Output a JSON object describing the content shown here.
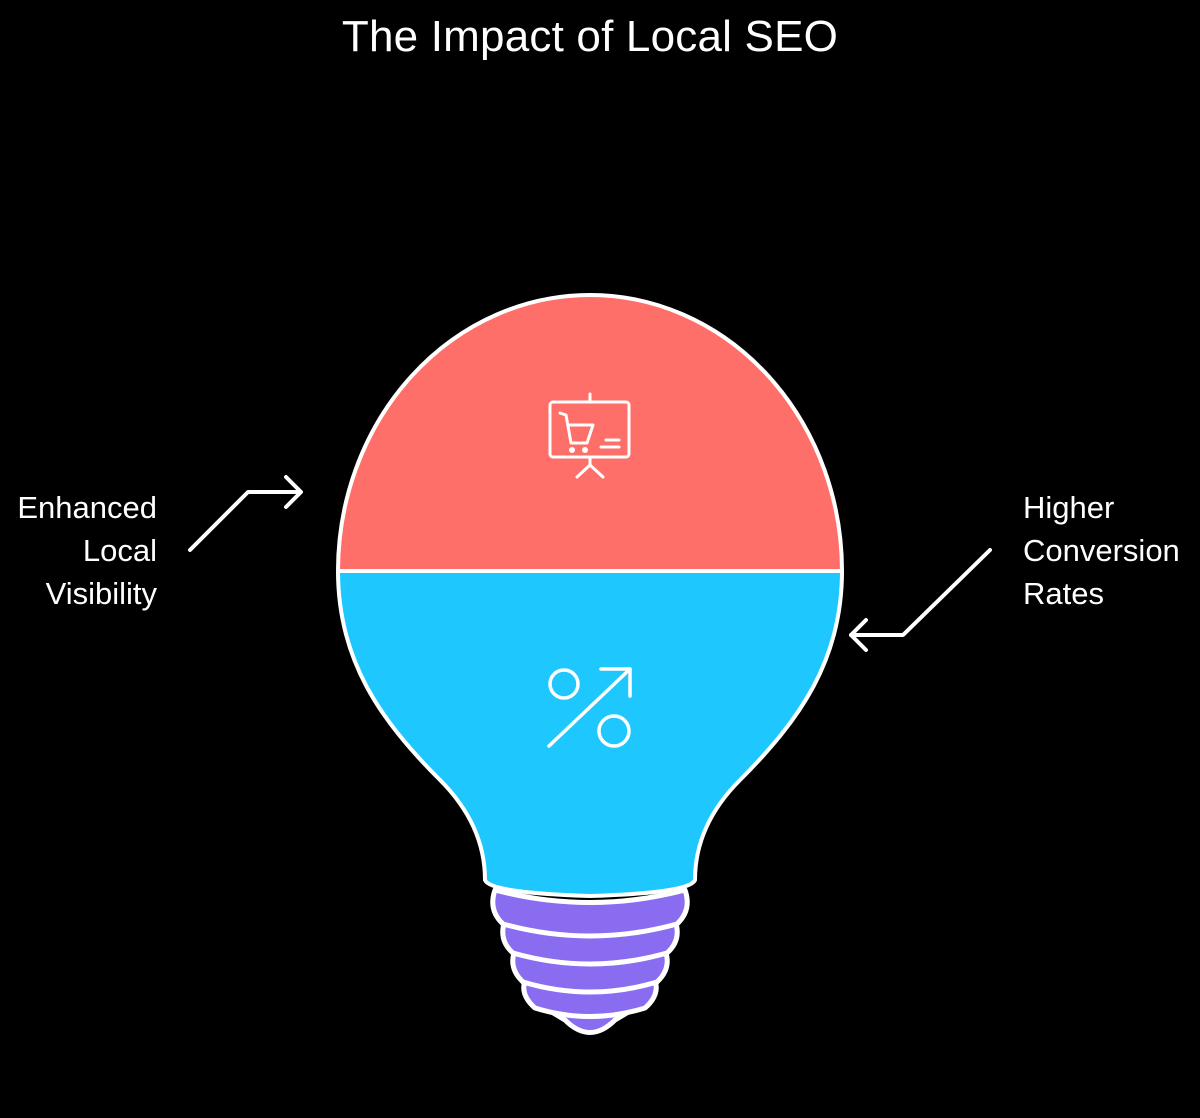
{
  "title": "The Impact of Local SEO",
  "colors": {
    "background": "#000000",
    "bulb_top": "#FF6F69",
    "bulb_bottom": "#1EC8FF",
    "bulb_base": "#8A6CF0",
    "outline": "#FFFFFF"
  },
  "sections": [
    {
      "position": "top",
      "icon": "shopping-cart-presentation-icon",
      "label_lines": [
        "Enhanced",
        "Local",
        "Visibility"
      ],
      "label_side": "left"
    },
    {
      "position": "bottom",
      "icon": "percent-up-arrow-icon",
      "label_lines": [
        "Higher",
        "Conversion",
        "Rates"
      ],
      "label_side": "right"
    }
  ]
}
